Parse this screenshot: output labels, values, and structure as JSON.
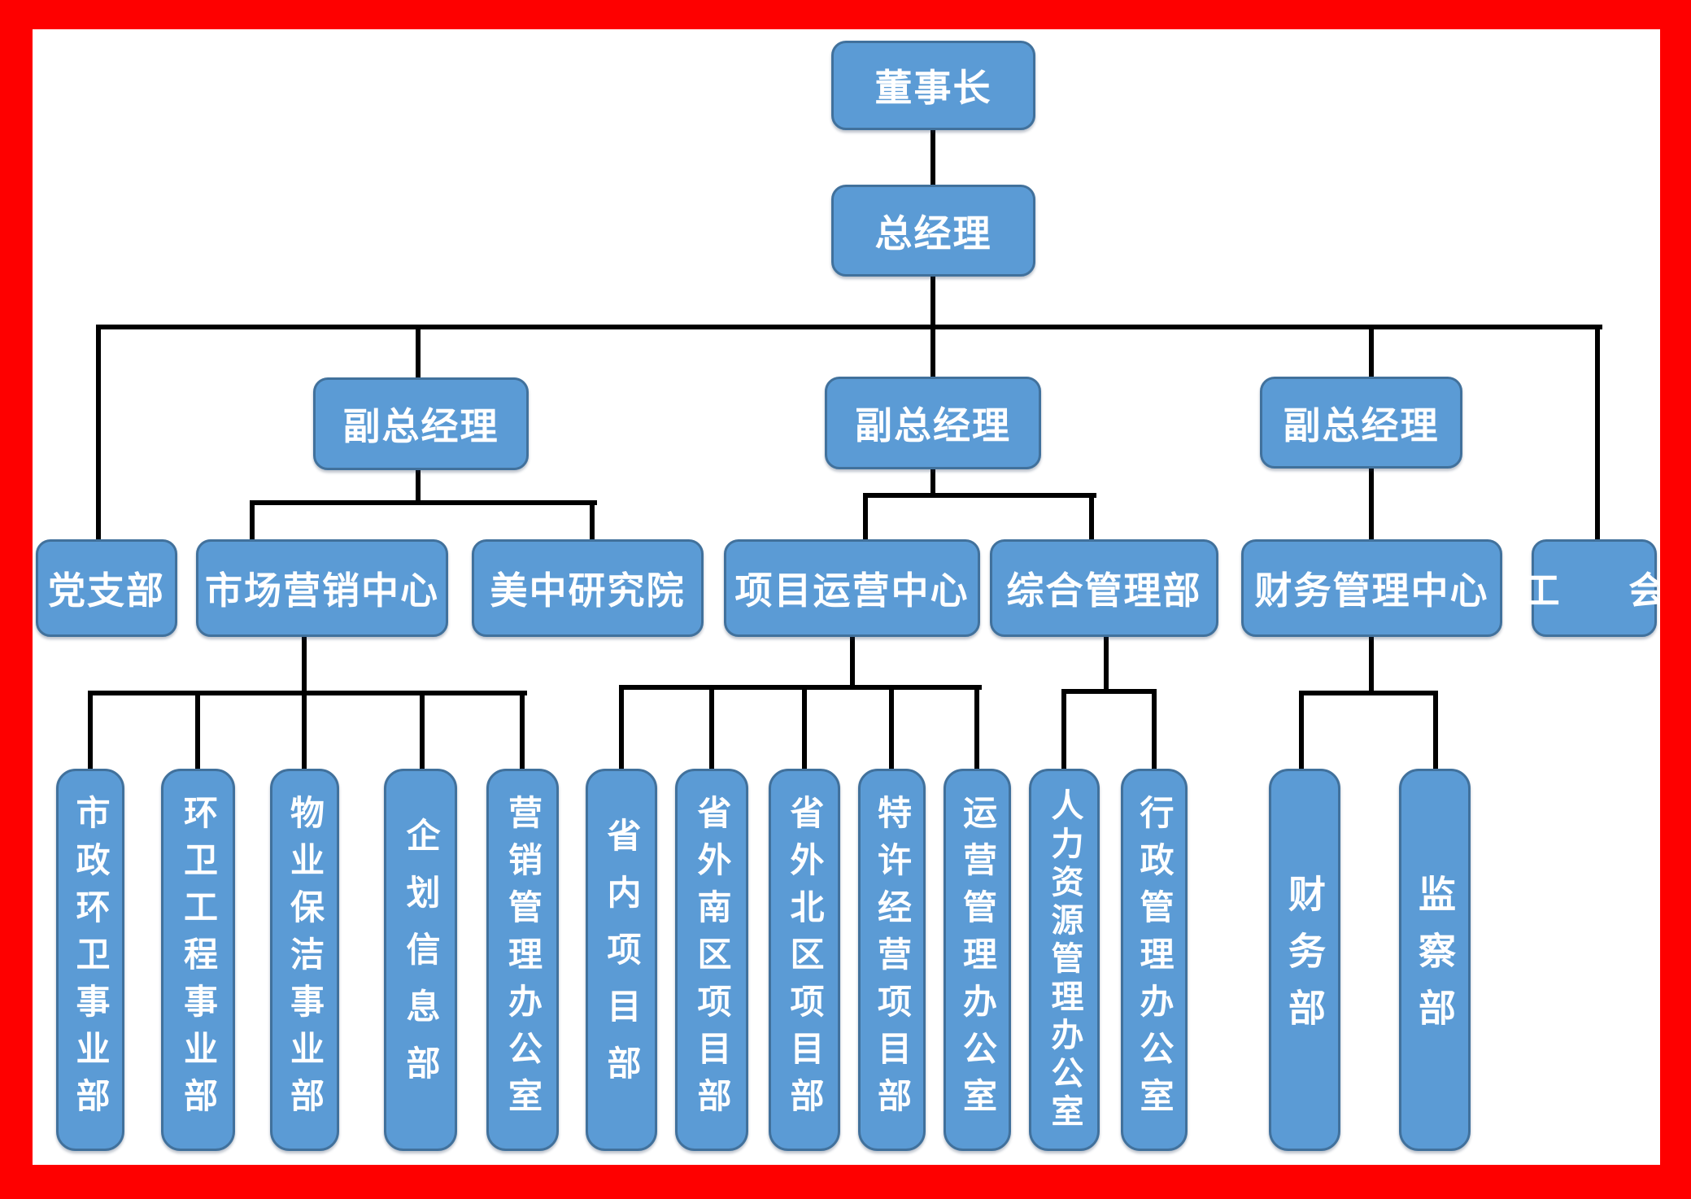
{
  "colors": {
    "box_fill": "#5B9BD5",
    "box_border": "#41719C",
    "box_text": "#FFFFFF",
    "connector_line": "#000000",
    "outer_frame": "#FE0000",
    "background": "#FFFFFF"
  },
  "nodes": {
    "chairman": "董事长",
    "general_manager": "总经理",
    "deputy_gm_1": "副总经理",
    "deputy_gm_2": "副总经理",
    "deputy_gm_3": "副总经理",
    "party_branch": "党支部",
    "marketing_center": "市场营销中心",
    "meizhong_research_institute": "美中研究院",
    "project_operations_center": "项目运营中心",
    "general_management_dept": "综合管理部",
    "financial_management_center": "财务管理中心",
    "labor_union": "工 会",
    "municipal_sanitation_div": "市政环卫事业部",
    "sanitation_engineering_div": "环卫工程事业部",
    "property_cleaning_div": "物业保洁事业部",
    "planning_information_dept": "企划信息部",
    "marketing_management_office": "营销管理办公室",
    "provincial_projects_dept": "省内项目部",
    "south_region_projects_dept": "省外南区项目部",
    "north_region_projects_dept": "省外北区项目部",
    "franchise_projects_dept": "特许经营项目部",
    "operations_management_office": "运营管理办公室",
    "hr_management_office": "人力资源管理办公室",
    "admin_management_office": "行政管理办公室",
    "finance_dept": "财务部",
    "supervision_dept": "监察部"
  },
  "hierarchy": [
    {
      "parent": "chairman",
      "children": [
        "general_manager"
      ]
    },
    {
      "parent": "general_manager",
      "children": [
        "party_branch",
        "deputy_gm_1",
        "deputy_gm_2",
        "deputy_gm_3",
        "labor_union"
      ]
    },
    {
      "parent": "deputy_gm_1",
      "children": [
        "marketing_center",
        "meizhong_research_institute"
      ]
    },
    {
      "parent": "deputy_gm_2",
      "children": [
        "project_operations_center",
        "general_management_dept"
      ]
    },
    {
      "parent": "deputy_gm_3",
      "children": [
        "financial_management_center"
      ]
    },
    {
      "parent": "marketing_center",
      "children": [
        "municipal_sanitation_div",
        "sanitation_engineering_div",
        "property_cleaning_div",
        "planning_information_dept",
        "marketing_management_office"
      ]
    },
    {
      "parent": "project_operations_center",
      "children": [
        "provincial_projects_dept",
        "south_region_projects_dept",
        "north_region_projects_dept",
        "franchise_projects_dept",
        "operations_management_office"
      ]
    },
    {
      "parent": "general_management_dept",
      "children": [
        "hr_management_office",
        "admin_management_office"
      ]
    },
    {
      "parent": "financial_management_center",
      "children": [
        "finance_dept",
        "supervision_dept"
      ]
    }
  ]
}
